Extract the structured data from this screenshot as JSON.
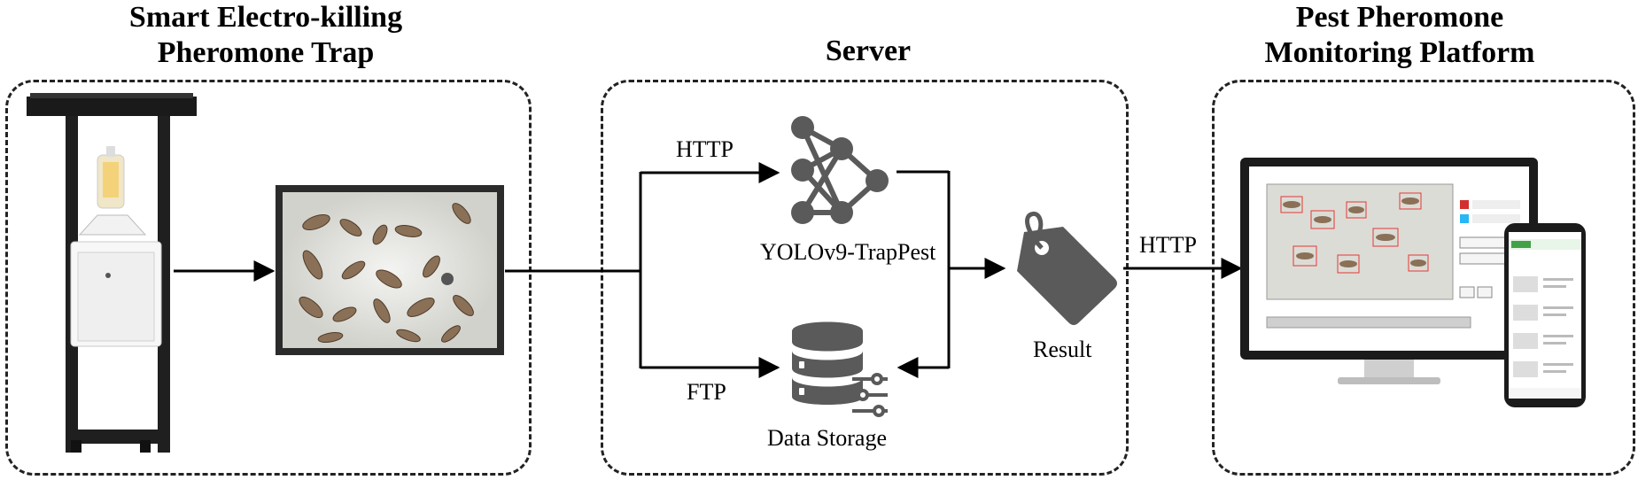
{
  "titles": {
    "trap": [
      "Smart Electro-killing",
      "Pheromone Trap"
    ],
    "server": "Server",
    "platform": [
      "Pest Pheromone",
      "Monitoring Platform"
    ]
  },
  "labels": {
    "http_upper": "HTTP",
    "ftp": "FTP",
    "model": "YOLOv9-TrapPest",
    "storage": "Data Storage",
    "result": "Result",
    "http_right": "HTTP"
  },
  "icons": {
    "network": "neural-network-icon",
    "database": "database-icon",
    "tag": "tag-icon"
  },
  "colors": {
    "icon_gray": "#5a5a5a",
    "line": "#000000",
    "dash": "#222222"
  }
}
